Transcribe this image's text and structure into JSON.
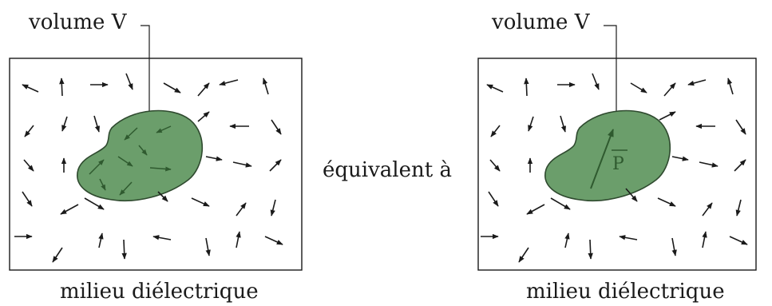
{
  "left_panel": {
    "volume_label": "volume V",
    "medium_label": "milieu diélectrique"
  },
  "middle": {
    "equivalence_label": "équivalent à"
  },
  "right_panel": {
    "volume_label": "volume V",
    "medium_label": "milieu diélectrique",
    "vector_label": "P"
  },
  "colors": {
    "region_fill": "#6b9e6b",
    "region_stroke": "#2f4a2f",
    "arrow_color": "#1a1a1a",
    "inner_arrow_color": "#2f5a2f"
  }
}
